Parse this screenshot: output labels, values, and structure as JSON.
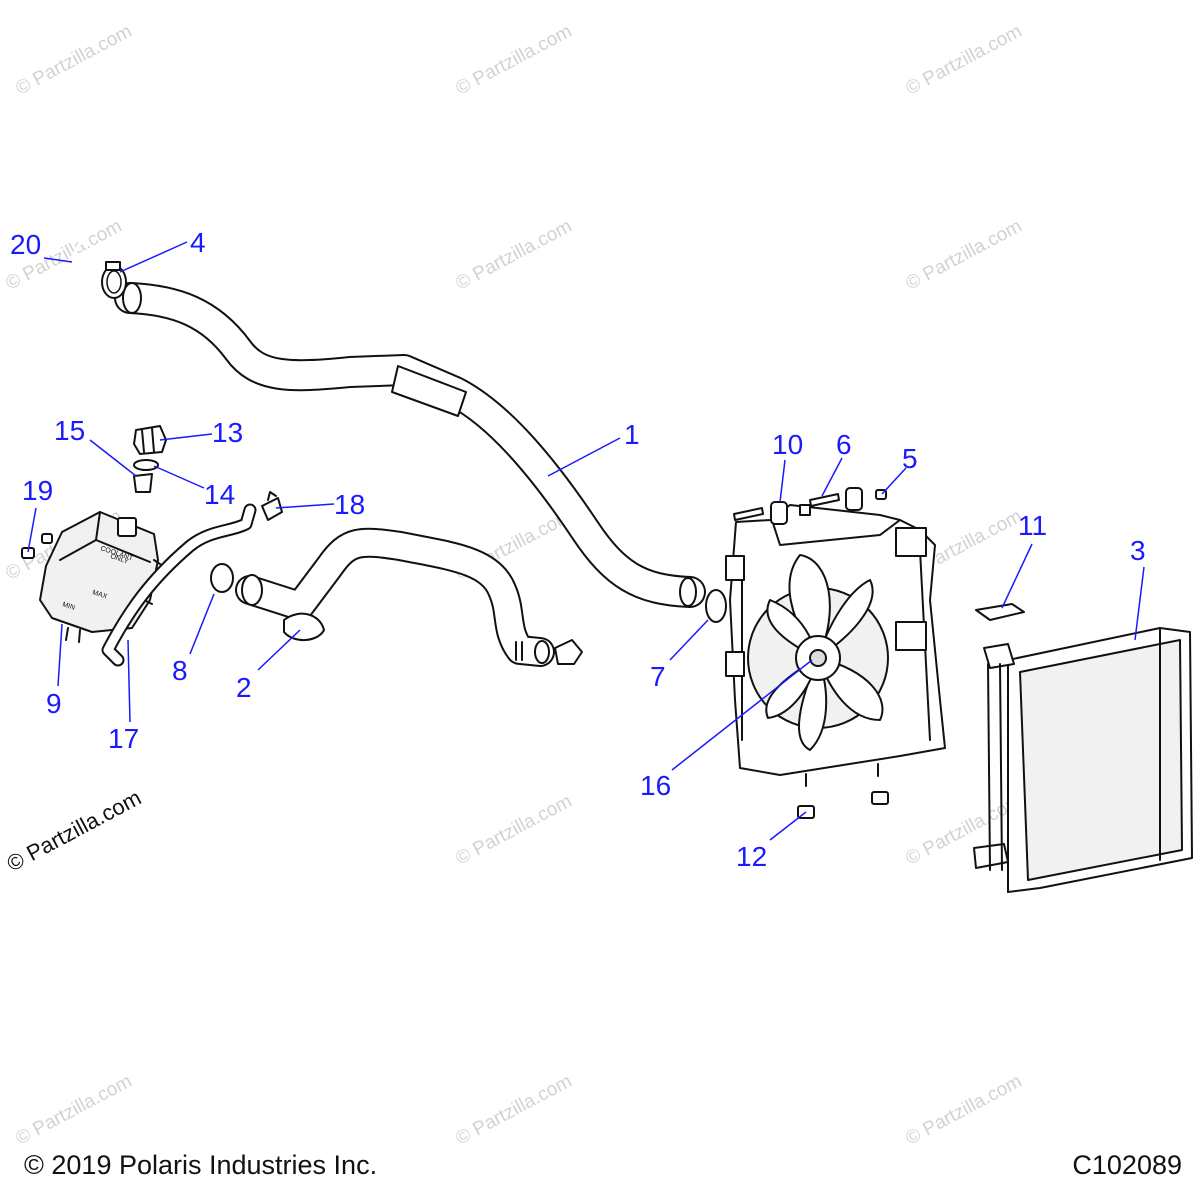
{
  "diagram": {
    "copyright": "© 2019 Polaris Industries Inc.",
    "drawing_number": "C102089",
    "watermark_text": "© Partzilla.com",
    "callouts": [
      {
        "id": "c1",
        "label": "1"
      },
      {
        "id": "c2",
        "label": "2"
      },
      {
        "id": "c3",
        "label": "3"
      },
      {
        "id": "c4",
        "label": "4"
      },
      {
        "id": "c5",
        "label": "5"
      },
      {
        "id": "c6",
        "label": "6"
      },
      {
        "id": "c7",
        "label": "7"
      },
      {
        "id": "c8",
        "label": "8"
      },
      {
        "id": "c9",
        "label": "9"
      },
      {
        "id": "c10",
        "label": "10"
      },
      {
        "id": "c11",
        "label": "11"
      },
      {
        "id": "c12",
        "label": "12"
      },
      {
        "id": "c13",
        "label": "13"
      },
      {
        "id": "c14",
        "label": "14"
      },
      {
        "id": "c15",
        "label": "15"
      },
      {
        "id": "c16",
        "label": "16"
      },
      {
        "id": "c17",
        "label": "17"
      },
      {
        "id": "c18",
        "label": "18"
      },
      {
        "id": "c19",
        "label": "19"
      },
      {
        "id": "c20",
        "label": "20"
      }
    ],
    "tank_labels": {
      "coolant": "COOLANT",
      "only": "ONLY",
      "max": "MAX",
      "min": "MIN"
    }
  }
}
